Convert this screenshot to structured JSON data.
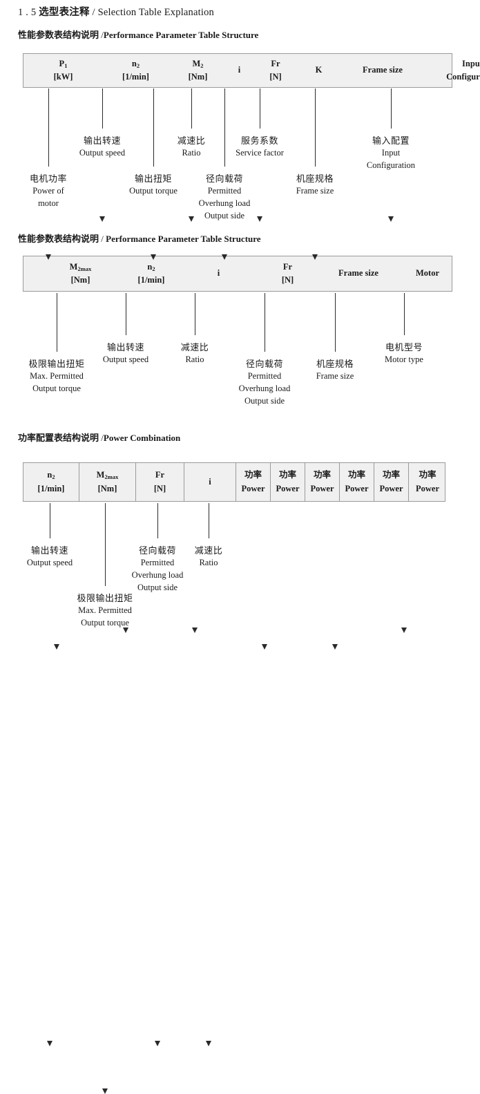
{
  "document": {
    "section_number": "1 . 5",
    "title_cn": "选型表注释",
    "title_sep": "/",
    "title_en": "Selection Table Explanation"
  },
  "sections": [
    {
      "heading_cn": "性能参数表结构说明",
      "heading_sep": "/",
      "heading_en": "Performance Parameter Table Structure",
      "table": {
        "bordered_cells": false,
        "columns": [
          {
            "line1": "P1",
            "line2": "[kW]"
          },
          {
            "line1": "n2",
            "line2": "[1/min]"
          },
          {
            "line1": "M2",
            "line2": "[Nm]"
          },
          {
            "line1": "i",
            "line2": ""
          },
          {
            "line1": "Fr",
            "line2": "[N]"
          },
          {
            "line1": "K",
            "line2": ""
          },
          {
            "line1": "Frame size",
            "line2": ""
          },
          {
            "line1": "Input",
            "line2": "Configuration"
          }
        ]
      },
      "annotations": [
        {
          "cn": "电机功率",
          "en": [
            "Power of",
            "motor"
          ]
        },
        {
          "cn": "输出转速",
          "en": [
            "Output speed"
          ]
        },
        {
          "cn": "输出扭矩",
          "en": [
            "Output torque"
          ]
        },
        {
          "cn": "减速比",
          "en": [
            "Ratio"
          ]
        },
        {
          "cn": "径向载荷",
          "en": [
            "Permitted",
            "Overhung load",
            "Output side"
          ]
        },
        {
          "cn": "服务系数",
          "en": [
            "Service factor"
          ]
        },
        {
          "cn": "机座规格",
          "en": [
            "Frame size"
          ]
        },
        {
          "cn": "输入配置",
          "en": [
            "Input",
            "Configuration"
          ]
        }
      ]
    },
    {
      "heading_cn": "性能参数表结构说明",
      "heading_sep": "/",
      "heading_en": "Performance Parameter Table Structure",
      "table": {
        "bordered_cells": false,
        "columns": [
          {
            "line1": "M2max",
            "line2": "[Nm]"
          },
          {
            "line1": "n2",
            "line2": "[1/min]"
          },
          {
            "line1": "i",
            "line2": ""
          },
          {
            "line1": "Fr",
            "line2": "[N]"
          },
          {
            "line1": "Frame size",
            "line2": ""
          },
          {
            "line1": "Motor",
            "line2": ""
          }
        ]
      },
      "annotations": [
        {
          "cn": "极限输出扭矩",
          "en": [
            "Max. Permitted",
            "Output  torque"
          ]
        },
        {
          "cn": "输出转速",
          "en": [
            "Output speed"
          ]
        },
        {
          "cn": "减速比",
          "en": [
            "Ratio"
          ]
        },
        {
          "cn": "径向载荷",
          "en": [
            "Permitted",
            "Overhung load",
            "Output side"
          ]
        },
        {
          "cn": "机座规格",
          "en": [
            "Frame size"
          ]
        },
        {
          "cn": "电机型号",
          "en": [
            "Motor type"
          ]
        }
      ]
    },
    {
      "heading_cn": "功率配置表结构说明",
      "heading_sep": "/",
      "heading_en": "Power Combination",
      "table": {
        "bordered_cells": true,
        "columns": [
          {
            "line1": "n2",
            "line2": "[1/min]"
          },
          {
            "line1": "M2max",
            "line2": "[Nm]"
          },
          {
            "line1": "Fr",
            "line2": "[N]"
          },
          {
            "line1": "i",
            "line2": ""
          },
          {
            "line1": "功率",
            "line2": "Power"
          },
          {
            "line1": "功率",
            "line2": "Power"
          },
          {
            "line1": "功率",
            "line2": "Power"
          },
          {
            "line1": "功率",
            "line2": "Power"
          },
          {
            "line1": "功率",
            "line2": "Power"
          },
          {
            "line1": "功率",
            "line2": "Power"
          }
        ]
      },
      "annotations": [
        {
          "cn": "输出转速",
          "en": [
            "Output speed"
          ]
        },
        {
          "cn": "极限输出扭矩",
          "en": [
            "Max. Permitted",
            "Output  torque"
          ]
        },
        {
          "cn": "径向载荷",
          "en": [
            "Permitted",
            "Overhung load",
            "Output side"
          ]
        },
        {
          "cn": "减速比",
          "en": [
            "Ratio"
          ]
        }
      ]
    }
  ],
  "colors": {
    "table_fill": "#f0f0f0",
    "table_border": "#9a9a9a",
    "text": "#1a1a1a",
    "arrow": "#2a2a2a"
  }
}
